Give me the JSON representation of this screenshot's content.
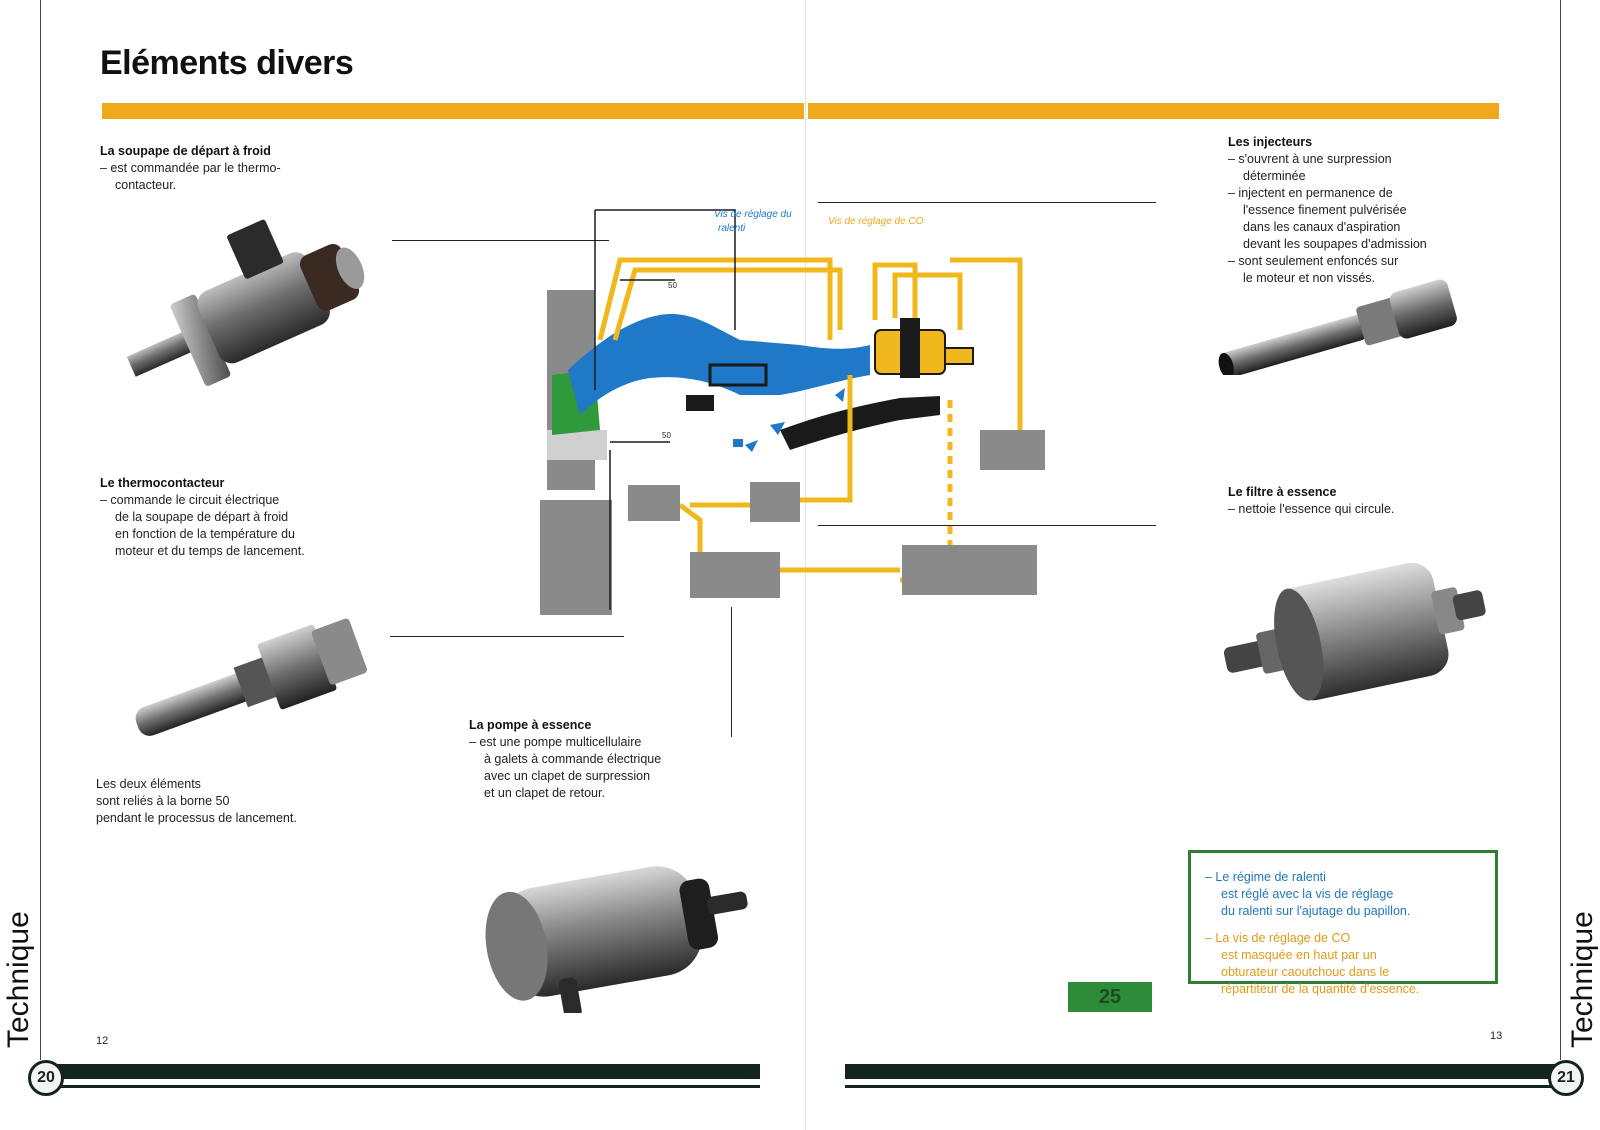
{
  "title": "Eléments divers",
  "cold_start_valve": {
    "heading": "La soupape de départ à froid",
    "lines": [
      "– est commandée par le thermo-",
      "contacteur."
    ]
  },
  "thermo_switch": {
    "heading": "Le thermocontacteur",
    "lines": [
      "– commande le circuit électrique",
      "de la soupape de départ à froid",
      "en fonction de la température du",
      "moteur et du temps de lancement."
    ]
  },
  "both_elements": {
    "lines": [
      "Les deux éléments",
      "sont reliés à la borne 50",
      "pendant le processus de lancement."
    ]
  },
  "fuel_pump": {
    "heading": "La pompe à essence",
    "lines": [
      "– est une pompe multicellulaire",
      "à galets à commande électrique",
      "avec un clapet de surpression",
      "et un clapet de retour."
    ]
  },
  "injectors": {
    "heading": "Les injecteurs",
    "items": [
      [
        "– s'ouvrent à une surpression",
        "déterminée"
      ],
      [
        "– injectent en permanence de",
        "l'essence finement pulvérisée",
        "dans les canaux d'aspiration",
        "devant les soupapes d'admission"
      ],
      [
        "– sont seulement enfoncés sur",
        "le moteur et non vissés."
      ]
    ]
  },
  "fuel_filter": {
    "heading": "Le filtre à essence",
    "lines": [
      "– nettoie l'essence qui circule."
    ]
  },
  "diagram": {
    "label_idle": [
      "Vis de réglage du",
      "ralenti"
    ],
    "label_co": "Vis de réglage de CO",
    "terminal_label": "50",
    "colors": {
      "blue": "#1f78c8",
      "yellow": "#f0b81c",
      "green": "#2e9a3a",
      "gray": "#8a8a8a",
      "dark": "#1a1a1a"
    }
  },
  "note_box": {
    "idle": [
      "– Le régime de ralenti",
      "est réglé avec la vis de réglage",
      "du ralenti sur l'ajutage du papillon."
    ],
    "co": [
      "– La vis de réglage de CO",
      "est masquée en haut par un",
      "obturateur caoutchouc dans le",
      "répartiteur de la quantité d'essence."
    ]
  },
  "side_label": "Technique",
  "page_left": "12",
  "page_right": "13",
  "badge_left": "20",
  "badge_right": "21",
  "green_num": "25"
}
